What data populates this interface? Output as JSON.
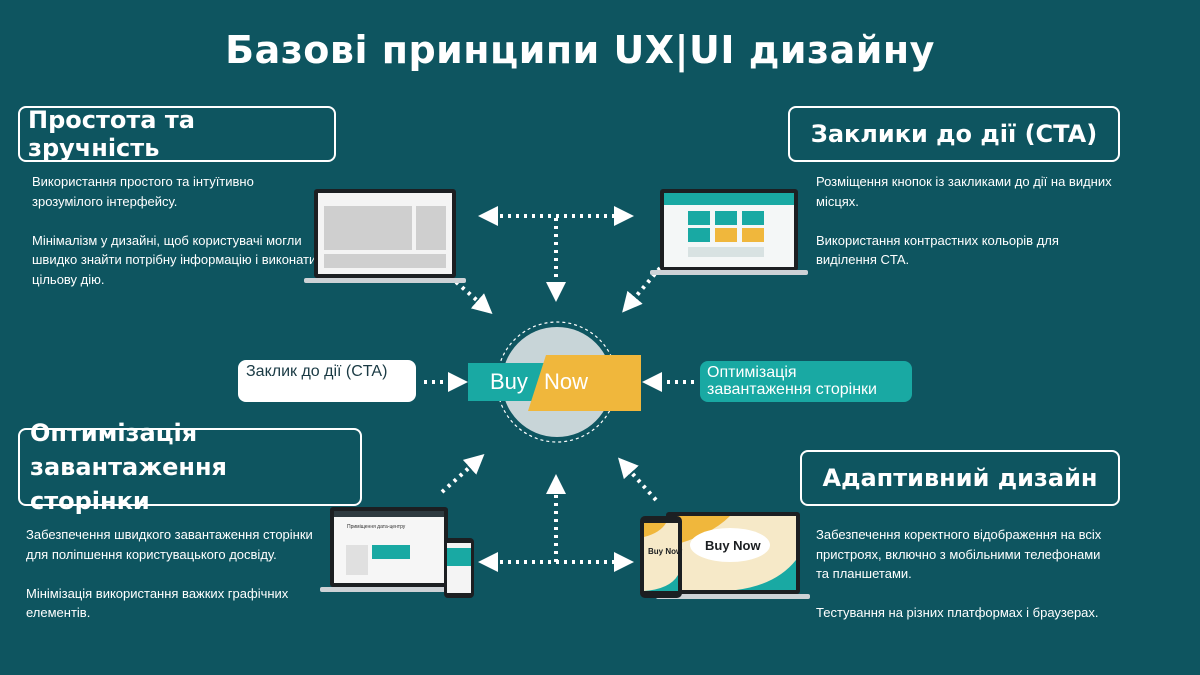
{
  "title": "Базові принципи UX|UI дизайну",
  "sections": {
    "simplicity": {
      "heading": "Простота та зручність",
      "p1": "Використання простого та інтуїтивно зрозумілого інтерфейсу.",
      "p2": "Мінімалізм у дизайні, щоб користувачі могли швидко знайти потрібну інформацію і виконати цільову дію."
    },
    "cta": {
      "heading": "Заклики до дії (CTA)",
      "p1": "Розміщення кнопок із закликами до дії на видних місцях.",
      "p2": "Використання контрастних кольорів для виділення CTA."
    },
    "optimization": {
      "heading": "Оптимізація завантаження сторінки",
      "p1": "Забезпечення швидкого завантаження сторінки для поліпшення користувацького досвіду.",
      "p2": "Мінімізація використання важких графічних елементів."
    },
    "adaptive": {
      "heading": "Адаптивний дизайн",
      "p1": "Забезпечення коректного відображення на всіх пристроях, включно з мобільними телефонами та планшетами.",
      "p2": "Тестування на різних платформах і браузерах."
    }
  },
  "center": {
    "buy": "Buy",
    "now": "Now",
    "left_pill": "Заклик до дії (CTA)",
    "right_pill": "Оптимізація завантаження сторінки"
  },
  "device_screens": {
    "desktop_heading": "Приміщення дата-центру",
    "cloud_text": "Buy Now",
    "phone_text": "Buy Now"
  },
  "colors": {
    "background": "#0e5560",
    "teal": "#19a9a3",
    "yellow": "#f0b73c",
    "circle": "#c8d5d8"
  }
}
